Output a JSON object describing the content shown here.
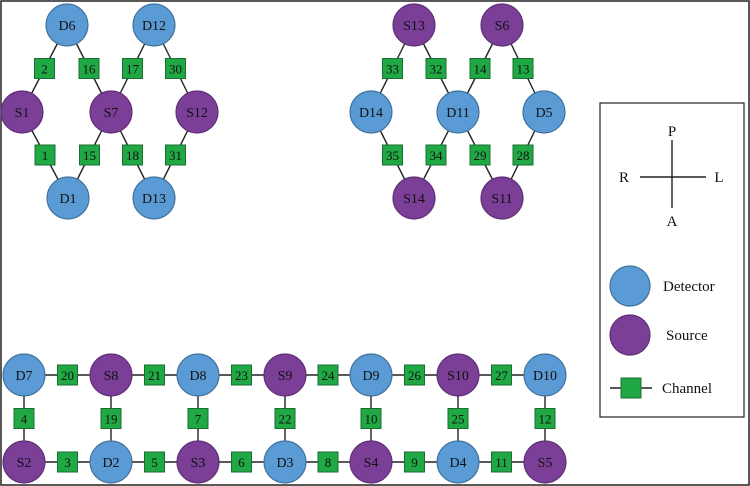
{
  "colors": {
    "detector_fill": "#5b9bd5",
    "detector_stroke": "#41719c",
    "source_fill": "#7b3f98",
    "source_stroke": "#5e2f75",
    "channel_fill": "#20a845",
    "channel_stroke": "#1a6e31",
    "line": "#222222",
    "frame": "#222222"
  },
  "nodes": [
    {
      "id": "D6",
      "kind": "detector"
    },
    {
      "id": "D12",
      "kind": "detector"
    },
    {
      "id": "S1",
      "kind": "source"
    },
    {
      "id": "S7",
      "kind": "source"
    },
    {
      "id": "S12",
      "kind": "source"
    },
    {
      "id": "D1",
      "kind": "detector"
    },
    {
      "id": "D13",
      "kind": "detector"
    },
    {
      "id": "S13",
      "kind": "source"
    },
    {
      "id": "S6",
      "kind": "source"
    },
    {
      "id": "D14",
      "kind": "detector"
    },
    {
      "id": "D11",
      "kind": "detector"
    },
    {
      "id": "D5",
      "kind": "detector"
    },
    {
      "id": "S14",
      "kind": "source"
    },
    {
      "id": "S11",
      "kind": "source"
    },
    {
      "id": "D7",
      "kind": "detector"
    },
    {
      "id": "S8",
      "kind": "source"
    },
    {
      "id": "D8",
      "kind": "detector"
    },
    {
      "id": "S9",
      "kind": "source"
    },
    {
      "id": "D9",
      "kind": "detector"
    },
    {
      "id": "S10",
      "kind": "source"
    },
    {
      "id": "D10",
      "kind": "detector"
    },
    {
      "id": "S2",
      "kind": "source"
    },
    {
      "id": "D2",
      "kind": "detector"
    },
    {
      "id": "S3",
      "kind": "source"
    },
    {
      "id": "D3",
      "kind": "detector"
    },
    {
      "id": "S4",
      "kind": "source"
    },
    {
      "id": "D4",
      "kind": "detector"
    },
    {
      "id": "S5",
      "kind": "source"
    }
  ],
  "channels": [
    {
      "label": "2",
      "from": "D6",
      "to": "S1"
    },
    {
      "label": "16",
      "from": "D6",
      "to": "S7"
    },
    {
      "label": "17",
      "from": "D12",
      "to": "S7"
    },
    {
      "label": "30",
      "from": "D12",
      "to": "S12"
    },
    {
      "label": "1",
      "from": "S1",
      "to": "D1"
    },
    {
      "label": "15",
      "from": "S7",
      "to": "D1"
    },
    {
      "label": "18",
      "from": "S7",
      "to": "D13"
    },
    {
      "label": "31",
      "from": "S12",
      "to": "D13"
    },
    {
      "label": "33",
      "from": "S13",
      "to": "D14"
    },
    {
      "label": "32",
      "from": "S13",
      "to": "D11"
    },
    {
      "label": "14",
      "from": "S6",
      "to": "D11"
    },
    {
      "label": "13",
      "from": "S6",
      "to": "D5"
    },
    {
      "label": "35",
      "from": "D14",
      "to": "S14"
    },
    {
      "label": "34",
      "from": "D11",
      "to": "S14"
    },
    {
      "label": "29",
      "from": "D11",
      "to": "S11"
    },
    {
      "label": "28",
      "from": "D5",
      "to": "S11"
    },
    {
      "label": "20",
      "from": "D7",
      "to": "S8"
    },
    {
      "label": "21",
      "from": "S8",
      "to": "D8"
    },
    {
      "label": "23",
      "from": "D8",
      "to": "S9"
    },
    {
      "label": "24",
      "from": "S9",
      "to": "D9"
    },
    {
      "label": "26",
      "from": "D9",
      "to": "S10"
    },
    {
      "label": "27",
      "from": "S10",
      "to": "D10"
    },
    {
      "label": "4",
      "from": "D7",
      "to": "S2"
    },
    {
      "label": "19",
      "from": "S8",
      "to": "D2"
    },
    {
      "label": "7",
      "from": "D8",
      "to": "S3"
    },
    {
      "label": "22",
      "from": "S9",
      "to": "D3"
    },
    {
      "label": "10",
      "from": "D9",
      "to": "S4"
    },
    {
      "label": "25",
      "from": "S10",
      "to": "D4"
    },
    {
      "label": "12",
      "from": "D10",
      "to": "S5"
    },
    {
      "label": "3",
      "from": "S2",
      "to": "D2"
    },
    {
      "label": "5",
      "from": "D2",
      "to": "S3"
    },
    {
      "label": "6",
      "from": "S3",
      "to": "D3"
    },
    {
      "label": "8",
      "from": "D3",
      "to": "S4"
    },
    {
      "label": "9",
      "from": "S4",
      "to": "D4"
    },
    {
      "label": "11",
      "from": "D4",
      "to": "S5"
    }
  ],
  "compass": {
    "top": "P",
    "bottom": "A",
    "left": "R",
    "right": "L"
  },
  "legend": {
    "detector_label": "Detector",
    "source_label": "Source",
    "channel_label": "Channel"
  }
}
